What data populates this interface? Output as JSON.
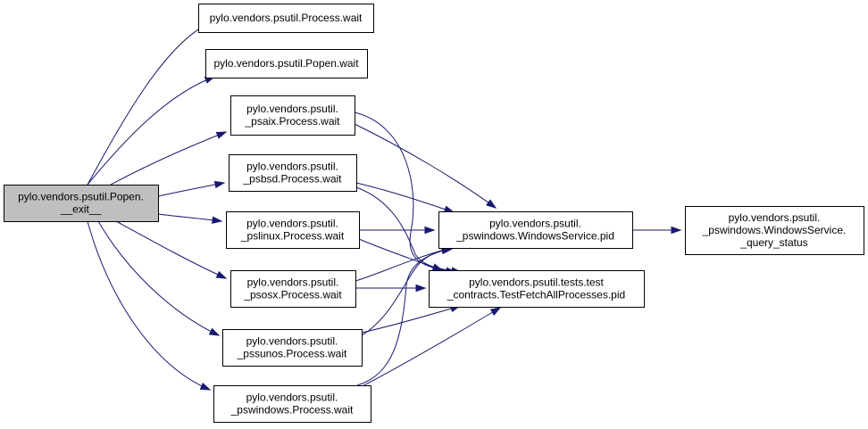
{
  "diagram": {
    "type": "call-graph",
    "colors": {
      "edge": "#191970",
      "root_fill": "#bfbfbf",
      "node_fill": "#ffffff",
      "node_stroke": "#000000"
    },
    "nodes": [
      {
        "id": "root",
        "lines": [
          "pylo.vendors.psutil.Popen.",
          "__exit__"
        ],
        "highlighted": true
      },
      {
        "id": "process_wait",
        "lines": [
          "pylo.vendors.psutil.Process.wait"
        ]
      },
      {
        "id": "popen_wait",
        "lines": [
          "pylo.vendors.psutil.Popen.wait"
        ]
      },
      {
        "id": "psaix_wait",
        "lines": [
          "pylo.vendors.psutil.",
          "_psaix.Process.wait"
        ]
      },
      {
        "id": "psbsd_wait",
        "lines": [
          "pylo.vendors.psutil.",
          "_psbsd.Process.wait"
        ]
      },
      {
        "id": "pslinux_wait",
        "lines": [
          "pylo.vendors.psutil.",
          "_pslinux.Process.wait"
        ]
      },
      {
        "id": "psosx_wait",
        "lines": [
          "pylo.vendors.psutil.",
          "_psosx.Process.wait"
        ]
      },
      {
        "id": "pssunos_wait",
        "lines": [
          "pylo.vendors.psutil.",
          "_pssunos.Process.wait"
        ]
      },
      {
        "id": "pswindows_wait",
        "lines": [
          "pylo.vendors.psutil.",
          "_pswindows.Process.wait"
        ]
      },
      {
        "id": "winservice_pid",
        "lines": [
          "pylo.vendors.psutil.",
          "_pswindows.WindowsService.pid"
        ]
      },
      {
        "id": "testfetch_pid",
        "lines": [
          "pylo.vendors.psutil.tests.test",
          "_contracts.TestFetchAllProcesses.pid"
        ]
      },
      {
        "id": "query_status",
        "lines": [
          "pylo.vendors.psutil.",
          "_pswindows.WindowsService.",
          "_query_status"
        ]
      }
    ],
    "edges": [
      [
        "root",
        "process_wait"
      ],
      [
        "root",
        "popen_wait"
      ],
      [
        "root",
        "psaix_wait"
      ],
      [
        "root",
        "psbsd_wait"
      ],
      [
        "root",
        "pslinux_wait"
      ],
      [
        "root",
        "psosx_wait"
      ],
      [
        "root",
        "pssunos_wait"
      ],
      [
        "root",
        "pswindows_wait"
      ],
      [
        "psaix_wait",
        "winservice_pid"
      ],
      [
        "psaix_wait",
        "testfetch_pid"
      ],
      [
        "psbsd_wait",
        "winservice_pid"
      ],
      [
        "psbsd_wait",
        "testfetch_pid"
      ],
      [
        "pslinux_wait",
        "winservice_pid"
      ],
      [
        "pslinux_wait",
        "testfetch_pid"
      ],
      [
        "psosx_wait",
        "winservice_pid"
      ],
      [
        "psosx_wait",
        "testfetch_pid"
      ],
      [
        "pssunos_wait",
        "winservice_pid"
      ],
      [
        "pssunos_wait",
        "testfetch_pid"
      ],
      [
        "pswindows_wait",
        "winservice_pid"
      ],
      [
        "pswindows_wait",
        "testfetch_pid"
      ],
      [
        "winservice_pid",
        "query_status"
      ]
    ]
  }
}
